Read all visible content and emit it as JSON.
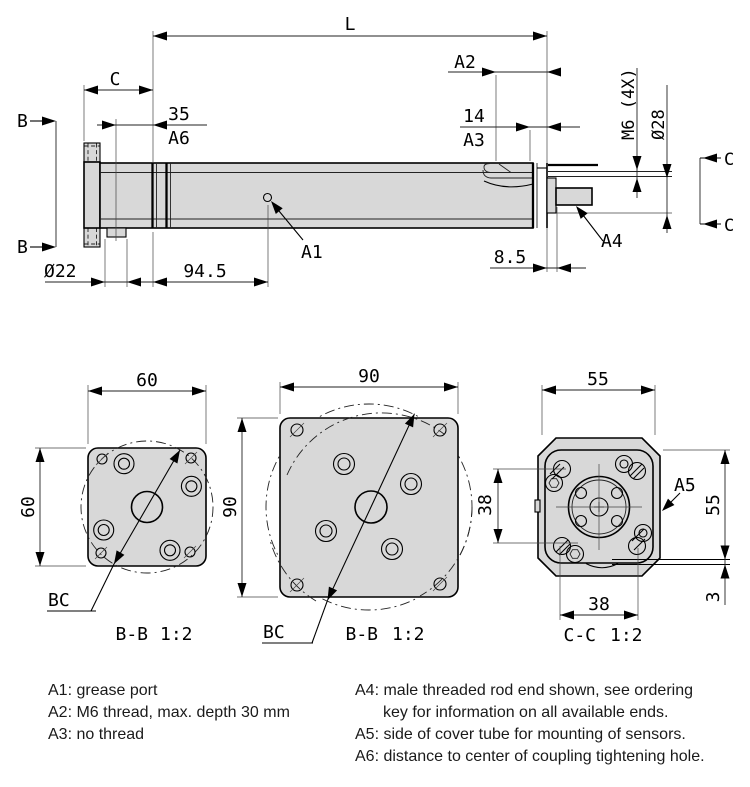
{
  "drawing": {
    "top_view": {
      "length_label": "L",
      "c_label": "C",
      "coupling_dim": "35",
      "coupling_ref": "A6",
      "flange_pilot_dia": "Ø22",
      "grease_port_pos": "94.5",
      "grease_port_ref": "A1",
      "thread_ref": "A2",
      "no_thread_dim": "14",
      "no_thread_ref": "A3",
      "end_holes_dim": "M6 (4X)",
      "bolt_circle_dia": "Ø28",
      "rod_ext_dim": "8.5",
      "rod_end_ref": "A4",
      "section_b_label": "B",
      "section_c_label": "C"
    },
    "section_bb_small": {
      "dim_width": "60",
      "dim_height": "60",
      "bolt_circle_label": "BC",
      "title": "B-B",
      "scale": "1:2"
    },
    "section_bb_large": {
      "dim_width": "90",
      "dim_height": "90",
      "bolt_circle_label": "BC",
      "title": "B-B",
      "scale": "1:2"
    },
    "section_cc": {
      "dim_width": "55",
      "dim_height": "55",
      "dim_spacing_v": "38",
      "dim_spacing_h": "38",
      "dim_offset": "3",
      "sensor_side_ref": "A5",
      "title": "C-C",
      "scale": "1:2"
    }
  },
  "notes": {
    "left": {
      "line1": "A1: grease port",
      "line2": "A2: M6 thread, max. depth 30 mm",
      "line3": "A3: no thread"
    },
    "right": {
      "line1": "A4: male threaded rod end shown, see ordering",
      "line2": "key for information on all available ends.",
      "line3": "A5: side of cover tube for mounting of sensors.",
      "line4": "A6: distance to center of coupling tightening hole."
    }
  },
  "colors": {
    "line": "#000000",
    "body_fill": "#d8d8d8",
    "background": "#ffffff"
  }
}
